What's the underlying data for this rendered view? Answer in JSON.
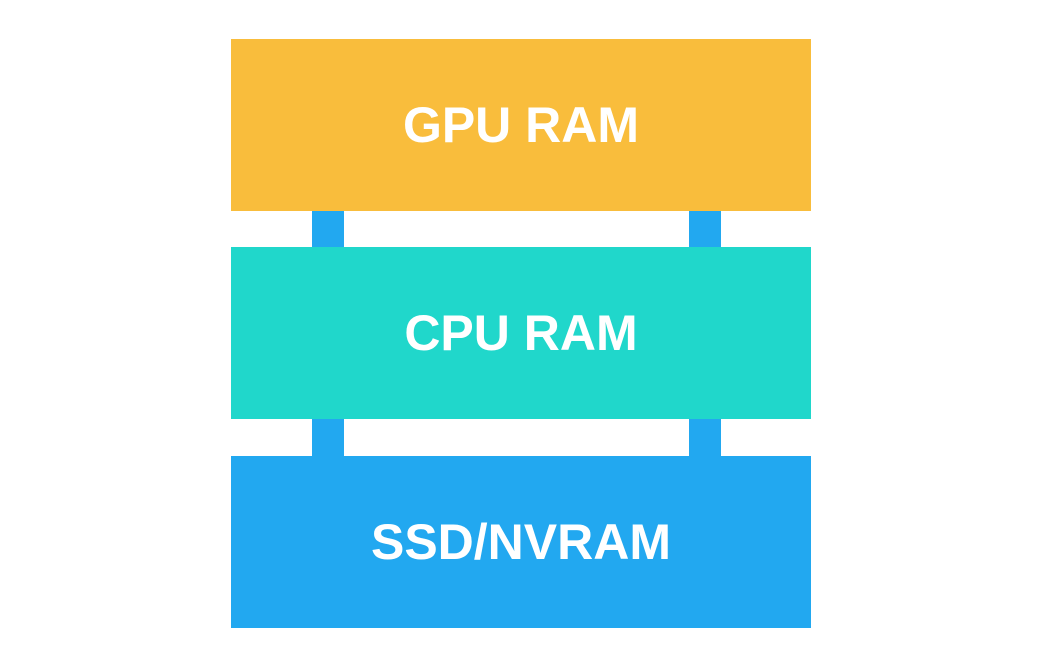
{
  "diagram": {
    "layers": [
      {
        "label": "GPU RAM",
        "color": "#F9BD3C"
      },
      {
        "label": "CPU RAM",
        "color": "#20D7CB"
      },
      {
        "label": "SSD/NVRAM",
        "color": "#22A8F0"
      }
    ],
    "connector_color": "#22A8F0"
  }
}
